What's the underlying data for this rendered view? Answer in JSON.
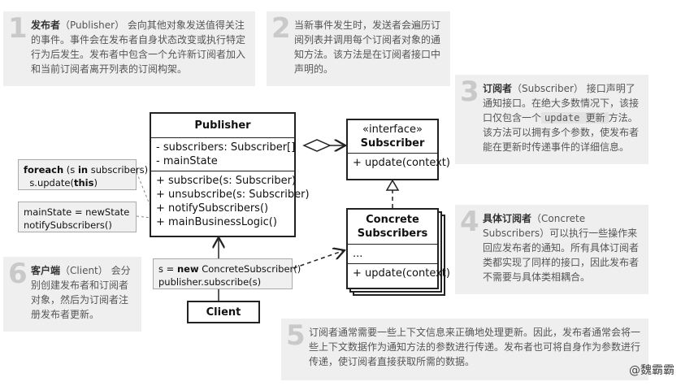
{
  "notes": {
    "n1": {
      "num": "1",
      "bold": "发布者",
      "text": "（Publisher） 会向其他对象发送值得关注的事件。事件会在发布者自身状态改变或执行特定行为后发生。发布者中包含一个允许新订阅者加入和当前订阅者离开列表的订阅构架。"
    },
    "n2": {
      "num": "2",
      "text": "当新事件发生时，发送者会遍历订阅列表并调用每个订阅者对象的通知方法。该方法是在订阅者接口中声明的。"
    },
    "n3": {
      "num": "3",
      "bold": "订阅者",
      "text_a": "（Subscriber） 接口声明了通知接口。在绝大多数情况下，该接口仅包含一个",
      "code": "update 更新",
      "text_b": "方法。该方法可以拥有多个参数，使发布者能在更新时传递事件的详细信息。"
    },
    "n4": {
      "num": "4",
      "bold": "具体订阅者",
      "text": "（Concrete Subscribers）可以执行一些操作来回应发布者的通知。所有具体订阅者类都实现了同样的接口，因此发布者不需要与具体类相耦合。"
    },
    "n5": {
      "num": "5",
      "text": "订阅者通常需要一些上下文信息来正确地处理更新。因此，发布者通常会将一些上下文数据作为通知方法的参数进行传递。发布者也可将自身作为参数进行传递，使订阅者直接获取所需的数据。"
    },
    "n6": {
      "num": "6",
      "bold": "客户端",
      "text": "（Client） 会分别创建发布者和订阅者对象，然后为订阅者注册发布者更新。"
    }
  },
  "publisher": {
    "title": "Publisher",
    "fields": [
      "- subscribers: Subscriber[]",
      "- mainState"
    ],
    "methods": [
      "+ subscribe(s: Subscriber)",
      "+ unsubscribe(s: Subscriber)",
      "+ notifySubscribers()",
      "+ mainBusinessLogic()"
    ]
  },
  "subscriber": {
    "stereotype": "«interface»",
    "title": "Subscriber",
    "methods": [
      "+ update(context)"
    ]
  },
  "concrete": {
    "title_1": "Concrete",
    "title_2": "Subscribers",
    "fields": [
      "..."
    ],
    "methods": [
      "+ update(context)"
    ]
  },
  "client": {
    "title": "Client"
  },
  "code_blocks": {
    "foreach": {
      "kw1": "foreach",
      "mid1": " (s ",
      "kw2": "in",
      "mid2": " subscribers)",
      "line2a": "s.update(",
      "kw3": "this",
      "line2b": ")"
    },
    "state": {
      "line1": "mainState = newState",
      "line2": "notifySubscribers()"
    },
    "client": {
      "line1a": "s = ",
      "kw": "new",
      "line1b": " ConcreteSubscriber()",
      "line2": "publisher.subscribe(s)"
    }
  },
  "watermark": "@魏霸霸"
}
